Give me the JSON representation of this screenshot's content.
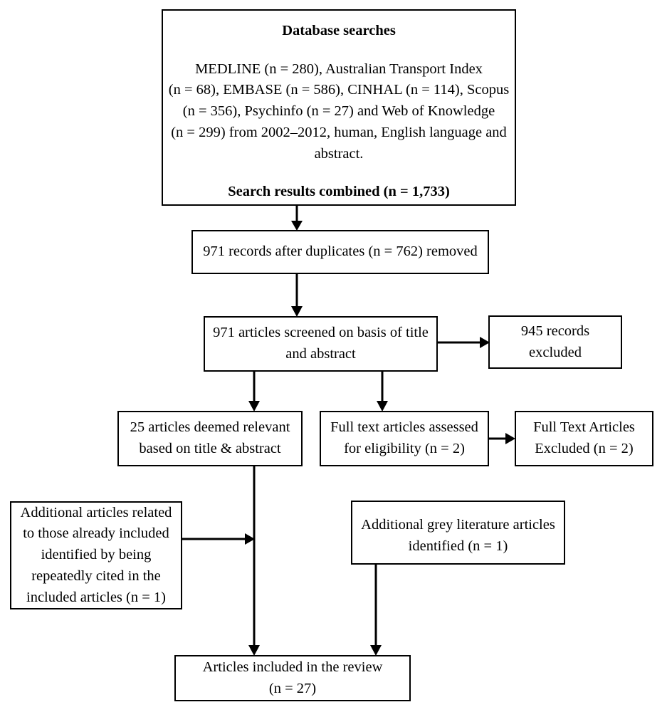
{
  "diagram": {
    "type": "prisma-flow-diagram",
    "title": "Database searches",
    "boxes": [
      {
        "id": "database-searches",
        "heading": "Database searches",
        "lines": [
          "MEDLINE (n = 280), Australian Transport Index",
          "(n = 68), EMBASE (n = 586), CINHAL (n = 114), Scopus",
          "(n = 356), Psychinfo (n = 27) and Web of Knowledge",
          "(n = 299) from 2002–2012, human, English language and",
          "abstract."
        ],
        "footer": "Search results combined (n = 1,733)"
      },
      {
        "id": "duplicates-removed",
        "lines": [
          "971 records after duplicates (n = 762) removed"
        ]
      },
      {
        "id": "articles-screened",
        "lines": [
          "971 articles screened on basis of title",
          "and abstract"
        ]
      },
      {
        "id": "records-excluded",
        "lines": [
          "945 records",
          "excluded"
        ]
      },
      {
        "id": "articles-deemed-relevant",
        "lines": [
          "25 articles deemed relevant",
          "based on title & abstract"
        ]
      },
      {
        "id": "full-text-assessed",
        "lines": [
          "Full text articles assessed",
          "for eligibility (n = 2)"
        ]
      },
      {
        "id": "full-text-excluded",
        "lines": [
          "Full Text Articles",
          "Excluded (n = 2)"
        ]
      },
      {
        "id": "additional-articles-related",
        "lines": [
          "Additional articles related",
          "to those already included",
          "identified by being",
          "repeatedly cited in the",
          "included articles (n = 1)"
        ]
      },
      {
        "id": "additional-grey-literature",
        "lines": [
          "Additional grey literature articles",
          "identified (n = 1)"
        ]
      },
      {
        "id": "articles-included",
        "lines": [
          "Articles included in the review",
          "(n = 27)"
        ]
      }
    ],
    "counts": {
      "medline": 280,
      "australian_transport_index": 68,
      "embase": 586,
      "cinhal": 114,
      "scopus": 356,
      "psychinfo": 27,
      "web_of_knowledge": 299,
      "search_results_combined": 1733,
      "duplicates_removed": 762,
      "records_after_duplicates": 971,
      "articles_screened": 971,
      "records_excluded": 945,
      "articles_deemed_relevant": 25,
      "full_text_assessed": 2,
      "full_text_excluded": 2,
      "additional_articles_related": 1,
      "additional_grey_literature": 1,
      "articles_included": 27
    },
    "date_range": "2002–2012",
    "colors": {
      "border": "#000000",
      "text": "#000000",
      "background": "#ffffff"
    }
  }
}
